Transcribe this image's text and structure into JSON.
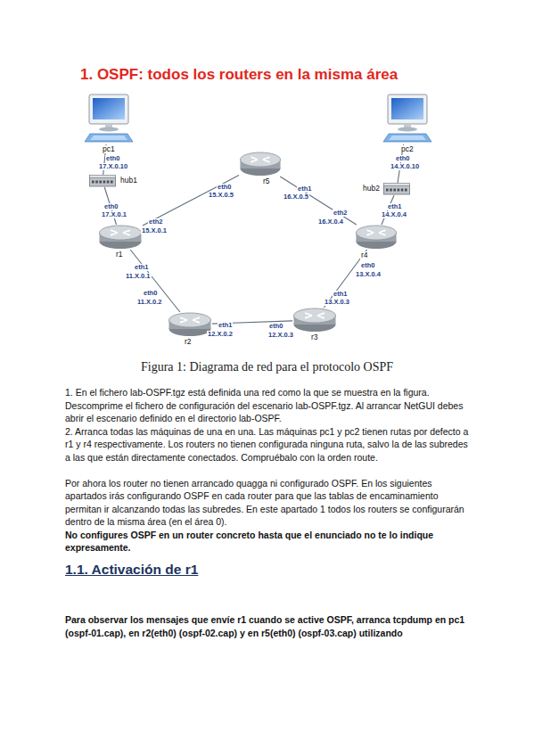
{
  "diagram": {
    "title": "1. OSPF: todos los routers en la misma área",
    "caption": "Figura 1: Diagrama de red para el protocolo OSPF",
    "nodes": [
      {
        "text": [
          "pc1"
        ]
      },
      {
        "text": [
          "hub1"
        ]
      },
      {
        "text": [
          "r1"
        ]
      },
      {
        "text": [
          "r5"
        ]
      },
      {
        "text": [
          "r4"
        ]
      },
      {
        "text": [
          "hub2"
        ]
      },
      {
        "text": [
          "pc2"
        ]
      },
      {
        "text": [
          "r2"
        ]
      },
      {
        "text": [
          "r3"
        ]
      }
    ],
    "edges": [
      {
        "from": 0,
        "to": 1,
        "arrow": "none"
      },
      {
        "from": 1,
        "to": 2,
        "arrow": "none"
      },
      {
        "from": 2,
        "to": 3,
        "arrow": "none"
      },
      {
        "from": 3,
        "to": 4,
        "arrow": "none"
      },
      {
        "from": 4,
        "to": 5,
        "arrow": "none"
      },
      {
        "from": 5,
        "to": 6,
        "arrow": "none"
      },
      {
        "from": 2,
        "to": 7,
        "arrow": "none"
      },
      {
        "from": 7,
        "to": 8,
        "arrow": "none"
      },
      {
        "from": 8,
        "to": 4,
        "arrow": "none"
      }
    ],
    "labels": [
      "eth0",
      "17.X.0.10",
      "eth0",
      "17.X.0.1",
      "eth2",
      "15.X.0.1",
      "eth0",
      "15.X.0.5",
      "eth1",
      "16.X.0.5",
      "eth2",
      "16.X.0.4",
      "eth0",
      "14.X.0.10",
      "eth1",
      "14.X.0.4",
      "eth1",
      "11.X.0.1",
      "eth0",
      "11.X.0.2",
      "eth1",
      "12.X.0.2",
      "eth0",
      "12.X.0.3",
      "eth1",
      "13.X.0.3",
      "eth0",
      "13.X.0.4",
      "1. En el fichero lab-OSPF.tgz está definida una red como la que se muestra en la figura. Descomprime el fichero de configuración del escenario lab-OSPF.tgz. Al arrancar NetGUI debes abrir el escenario definido en el directorio lab-OSPF.",
      "2. Arranca todas las máquinas de una en una. Las máquinas pc1 y pc2 tienen rutas por defecto a r1 y r4 respectivamente. Los routers no tienen configurada ninguna ruta, salvo la de las subredes a las que están directamente conectados. Compruébalo con la orden route.",
      "Por ahora los router no tienen arrancado quagga ni configurado OSPF. En los siguientes apartados irás configurando OSPF en cada router para que las tablas de encaminamiento permitan ir alcanzando todas las subredes. En este apartado 1 todos los routers se configurarán dentro de la misma área (en el área 0).",
      "No configures OSPF en un router concreto hasta que el enunciado no te lo indique expresamente.",
      "1.1. Activación de r1",
      "Para observar los mensajes que envíe r1 cuando se active OSPF, arranca tcpdump en pc1 (ospf-01.cap), en r2(eth0) (ospf-02.cap) y en r5(eth0) (ospf-03.cap) utilizando"
    ]
  }
}
